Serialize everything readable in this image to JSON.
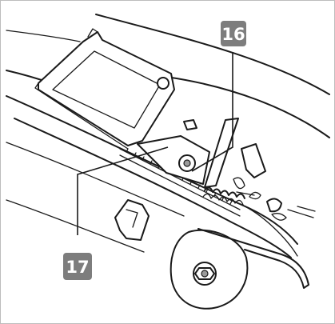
{
  "callouts": [
    {
      "id": "callout-16",
      "number": "16"
    },
    {
      "id": "callout-17",
      "number": "17"
    }
  ],
  "colors": {
    "badge": "#7d7d7d",
    "badge_text": "#ffffff",
    "line": "#1a1a1a",
    "frame": "#bdbdbd"
  }
}
